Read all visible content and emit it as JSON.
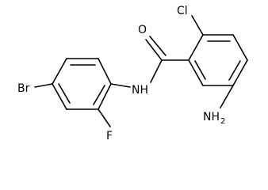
{
  "molecule": {
    "atoms": {
      "oxygen": "O",
      "chlorine": "Cl",
      "amide_nitrogen": "NH",
      "bromine": "Br",
      "fluorine": "F",
      "amine_n": "NH",
      "amine_sub": "2"
    }
  }
}
